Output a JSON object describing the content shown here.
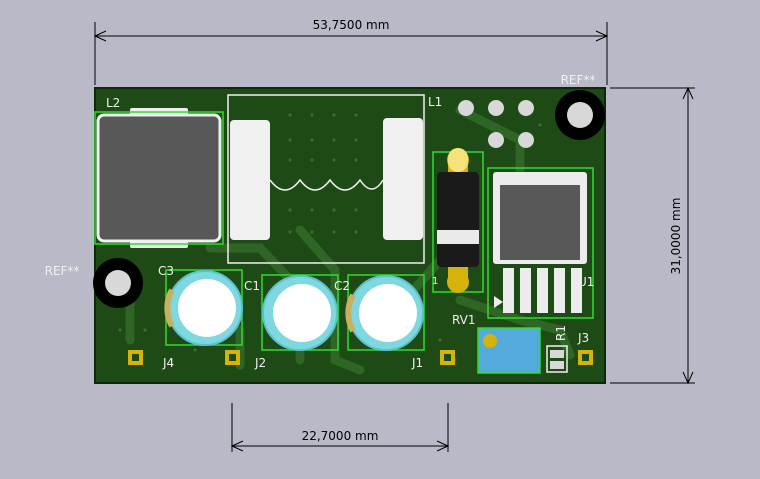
{
  "dimensions": {
    "width": "53,7500 mm",
    "height": "31,0000 mm",
    "spacing": "22,7000 mm"
  },
  "refs": {
    "ref_top": "REF**",
    "ref_left": "REF**"
  },
  "components": {
    "l1": "L1",
    "l2": "L2",
    "c1": "C1",
    "c2": "C2",
    "c3": "C3",
    "j1": "J1",
    "j2": "J2",
    "j3": "J3",
    "j4": "J4",
    "u1": "U1",
    "rv1": "RV1",
    "r1": "R1",
    "d1": "1"
  },
  "colors": {
    "background": "#b9b9c8",
    "board": "#1e4a16",
    "board_edge": "#0d2a08",
    "copper": "#2e6424",
    "courtyard": "#2fdc2f",
    "silkscreen": "#f0f0f0",
    "pad_gold": "#d6b30b",
    "dimension": "#000000"
  }
}
